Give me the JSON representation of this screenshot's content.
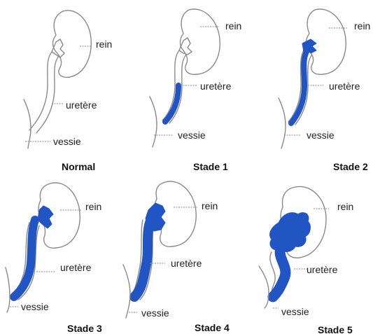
{
  "colors": {
    "reflux": "#2255c4",
    "outline": "#8a8a8a",
    "text": "#222222"
  },
  "labels": {
    "kidney": "rein",
    "ureter": "uretère",
    "bladder": "vessie"
  },
  "panels": [
    {
      "caption": "Normal"
    },
    {
      "caption": "Stade 1"
    },
    {
      "caption": "Stade 2"
    },
    {
      "caption": "Stade 3"
    },
    {
      "caption": "Stade 4"
    },
    {
      "caption": "Stade 5"
    }
  ]
}
